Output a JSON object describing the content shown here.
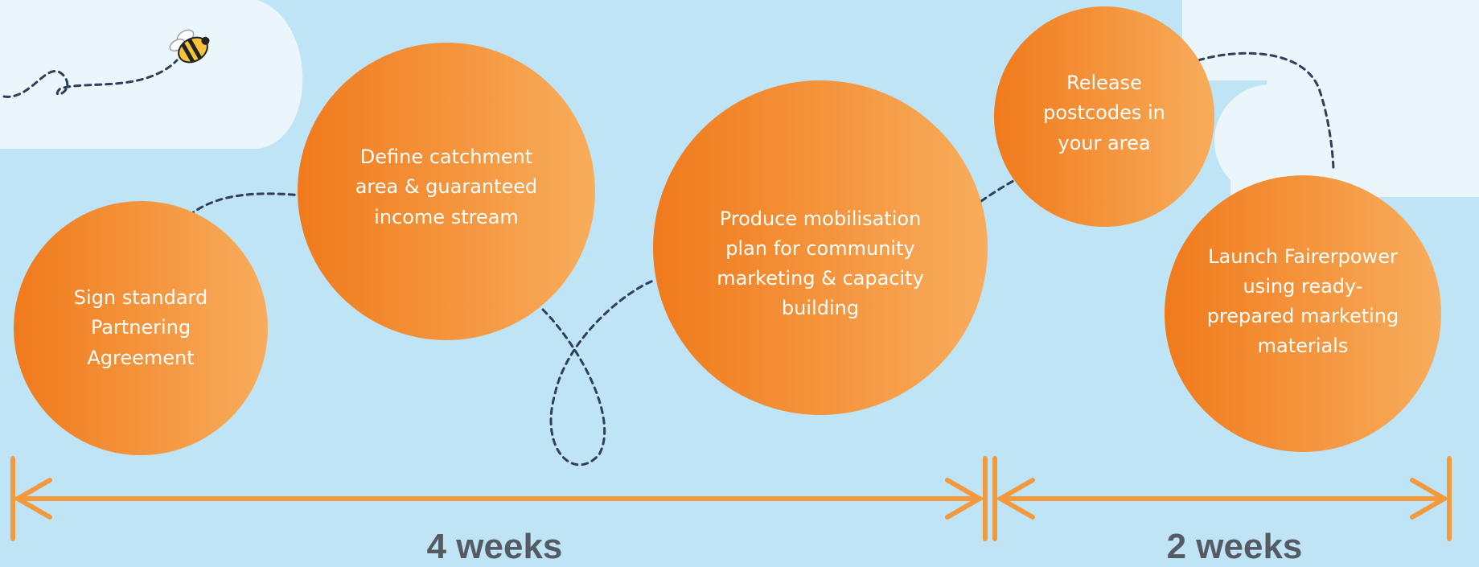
{
  "steps": [
    {
      "id": "sign",
      "label": "Sign standard\nPartnering\nAgreement"
    },
    {
      "id": "define",
      "label": "Define catchment\narea & guaranteed\nincome stream"
    },
    {
      "id": "produce",
      "label": "Produce mobilisation\nplan for community\nmarketing & capacity\nbuilding"
    },
    {
      "id": "release",
      "label": "Release\npostcodes in\nyour area"
    },
    {
      "id": "launch",
      "label": "Launch Fairerpower\nusing ready-\nprepared marketing\nmaterials"
    }
  ],
  "timeline": {
    "phase1_label": "4 weeks",
    "phase2_label": "2 weeks"
  },
  "colors": {
    "background": "#bfe4f6",
    "orange_dark": "#f07a1c",
    "orange_light": "#f8aa58",
    "arrow": "#f39a3f",
    "dashed_path": "#2f3e5a",
    "cloud": "#eaf6fc",
    "duration_text": "#555b63"
  }
}
